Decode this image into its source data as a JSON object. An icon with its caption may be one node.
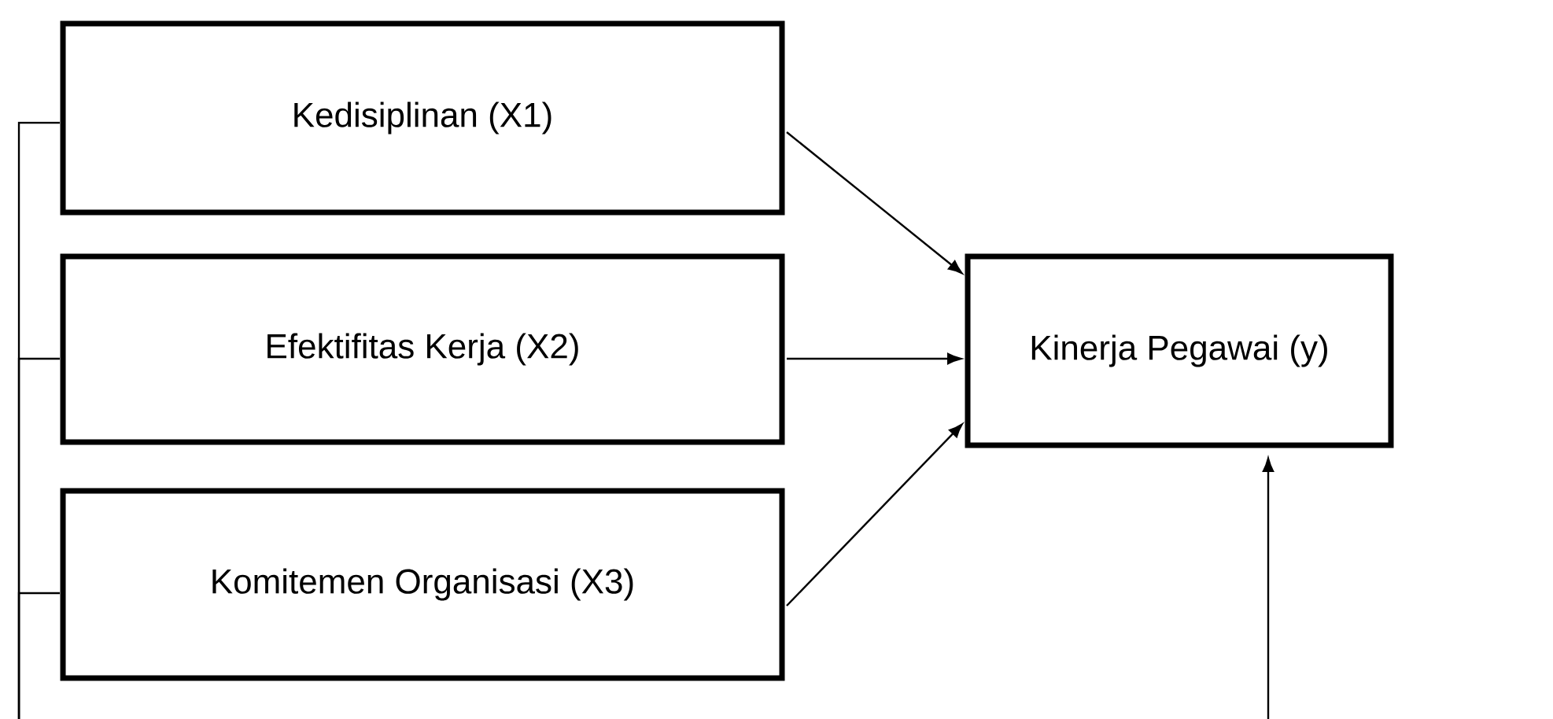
{
  "diagram": {
    "nodes": [
      {
        "text": [
          "Kedisiplinan (X1)"
        ]
      },
      {
        "text": [
          "Efektifitas Kerja (X2)"
        ]
      },
      {
        "text": [
          "Komitemen Organisasi (X3)"
        ]
      },
      {
        "text": [
          "Kinerja Pegawai (y)"
        ]
      }
    ],
    "edges": [
      {
        "from": 0,
        "to": 3,
        "arrow": "to"
      },
      {
        "from": 1,
        "to": 3,
        "arrow": "to"
      },
      {
        "from": 2,
        "to": 3,
        "arrow": "to"
      },
      {
        "from": 0,
        "to": null,
        "arrow": "none"
      },
      {
        "from": 1,
        "to": null,
        "arrow": "none"
      },
      {
        "from": 2,
        "to": null,
        "arrow": "none"
      },
      {
        "from": null,
        "to": 3,
        "arrow": "to"
      }
    ]
  }
}
